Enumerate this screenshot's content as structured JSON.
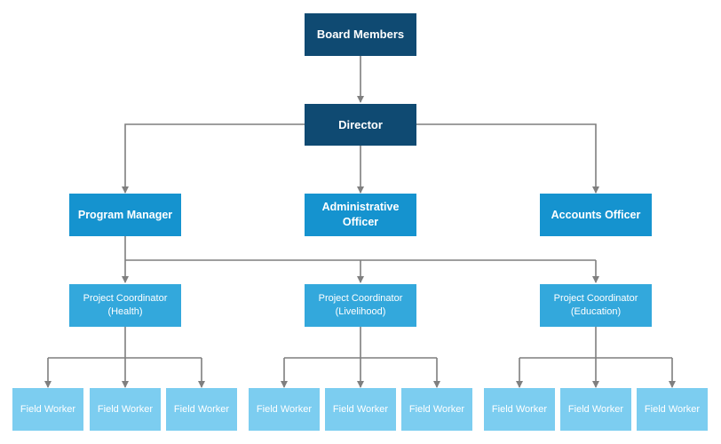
{
  "colors": {
    "top_level": "#0f4a72",
    "manager_level": "#1593cf",
    "coordinator_level": "#33a8dc",
    "worker_level": "#7ccdf0",
    "connector": "#7f7f7f"
  },
  "nodes": {
    "board": "Board Members",
    "director": "Director",
    "program_manager": "Program Manager",
    "admin_officer": "Administrative Officer",
    "accounts_officer": "Accounts Officer",
    "coordinators": [
      {
        "line1": "Project Coordinator",
        "line2": "(Health)"
      },
      {
        "line1": "Project Coordinator",
        "line2": "(Livelihood)"
      },
      {
        "line1": "Project Coordinator",
        "line2": "(Education)"
      }
    ],
    "field_worker": "Field Worker"
  }
}
